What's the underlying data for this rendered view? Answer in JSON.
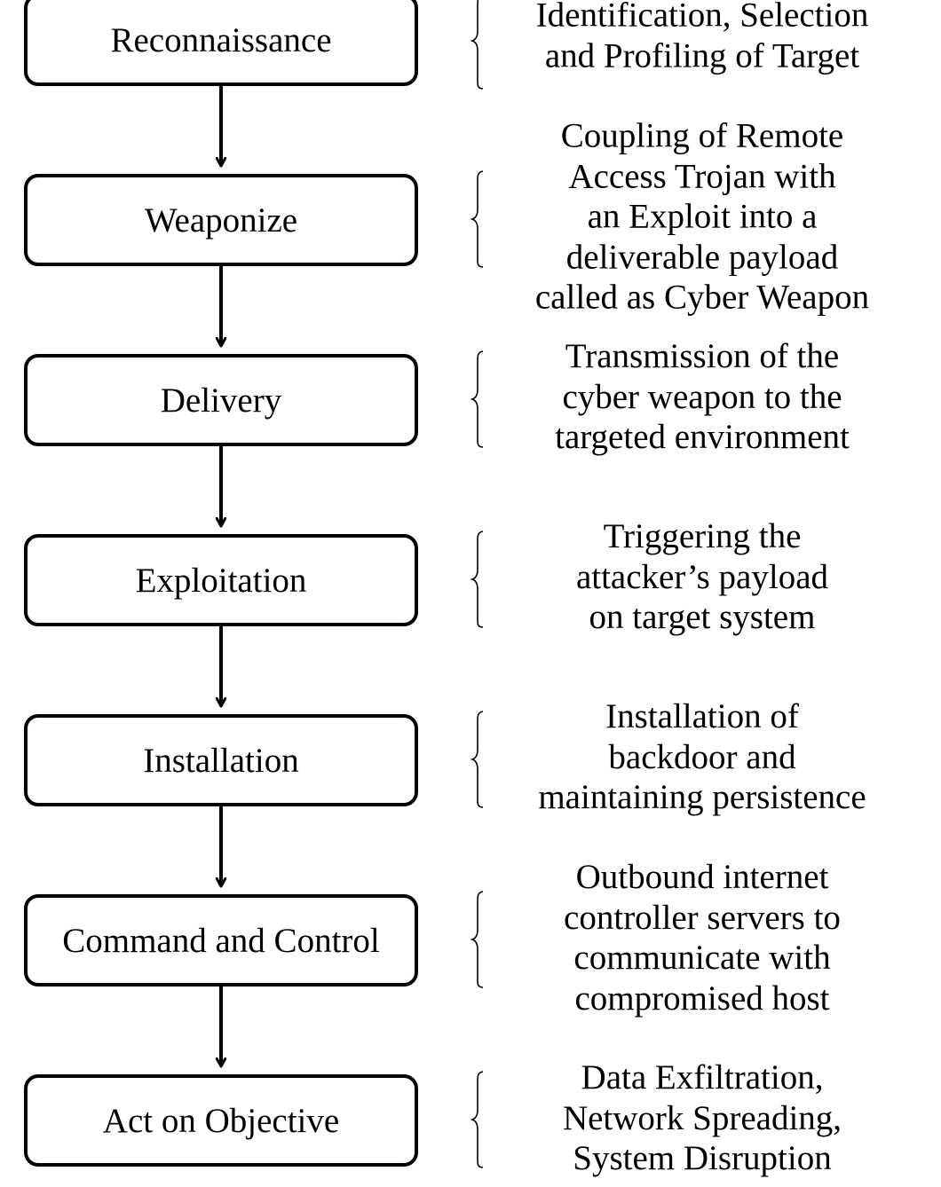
{
  "stages": [
    {
      "label": "Reconnaissance",
      "description_lines": [
        "Identification, Selection",
        "and Profiling of Target"
      ]
    },
    {
      "label": "Weaponize",
      "description_lines": [
        "Coupling of Remote",
        "Access Trojan with",
        "an Exploit into a",
        "deliverable payload",
        "called as Cyber Weapon"
      ]
    },
    {
      "label": "Delivery",
      "description_lines": [
        "Transmission of the",
        "cyber weapon to the",
        "targeted environment"
      ]
    },
    {
      "label": "Exploitation",
      "description_lines": [
        "Triggering the",
        "attacker’s payload",
        "on target system"
      ]
    },
    {
      "label": "Installation",
      "description_lines": [
        "Installation of",
        "backdoor and",
        "maintaining persistence"
      ]
    },
    {
      "label": "Command and Control",
      "description_lines": [
        "Outbound internet",
        "controller servers to",
        "communicate with",
        "compromised host"
      ]
    },
    {
      "label": "Act on Objective",
      "description_lines": [
        "Data Exfiltration,",
        "Network Spreading,",
        "System Disruption"
      ]
    }
  ],
  "colors": {
    "stroke": "#000000",
    "background": "#ffffff",
    "text": "#000000"
  }
}
